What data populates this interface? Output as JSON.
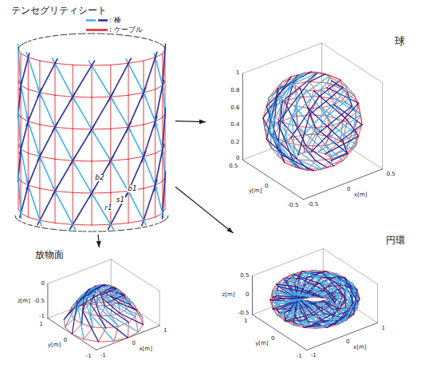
{
  "diagram": {
    "nodes": [
      {
        "text": [
          "テンセグリティシート"
        ]
      },
      {
        "text": [
          "球"
        ]
      },
      {
        "text": [
          "放物面"
        ]
      },
      {
        "text": [
          "円環"
        ]
      }
    ],
    "edges": [
      {
        "from": 0,
        "to": 1,
        "arrow": "to"
      },
      {
        "from": 0,
        "to": 2,
        "arrow": "to"
      },
      {
        "from": 0,
        "to": 3,
        "arrow": "to"
      }
    ],
    "labels": [
      "b2",
      "b1",
      "s1",
      "r1",
      "1",
      "0.8",
      "0.6",
      "0.4",
      "0.2",
      "0",
      "0.5",
      "0",
      "y[m]",
      "-0.5",
      "-0.5",
      "0",
      "x[m]",
      "0.5",
      "0",
      "-0.5",
      "-1",
      "z[m]",
      "1",
      "0",
      "y[m]",
      "-1",
      "-1",
      "0",
      "x[m]",
      "1",
      "0.5",
      "0",
      "-0.5",
      "z[m]",
      "1",
      "0",
      "y[m]",
      "-1",
      "-1",
      "0",
      "x[m]",
      "1"
    ],
    "legend": [
      {
        "text": ": 棒"
      },
      {
        "text": ": ケーブル"
      }
    ]
  }
}
